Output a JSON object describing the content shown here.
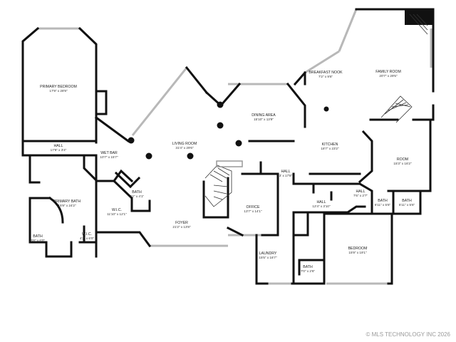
{
  "rooms": [
    {
      "name": "PRIMARY BEDROOM",
      "dim": "17'9\" x 28'9\""
    },
    {
      "name": "HALL",
      "dim": "17'9\" x 3'4\""
    },
    {
      "name": "WET BAR",
      "dim": "10'7\" x 15'7\""
    },
    {
      "name": "PRIMARY BATH",
      "dim": "15'9\" x 24'2\""
    },
    {
      "name": "BATH",
      "dim": "3'8\" x 6'0\""
    },
    {
      "name": "W.I.C.",
      "dim": "4'2\" x 6'0\""
    },
    {
      "name": "W.I.C.",
      "dim": "11'10\" x 12'1\""
    },
    {
      "name": "BATH",
      "dim": "2'2\" x 4'1\""
    },
    {
      "name": "LIVING ROOM",
      "dim": "31'4\" x 29'6\""
    },
    {
      "name": "FOYER",
      "dim": "21'2\" x 13'8\""
    },
    {
      "name": "DINING AREA",
      "dim": "15'10\" x 13'9\""
    },
    {
      "name": "OFFICE",
      "dim": "13'7\" x 14'1\""
    },
    {
      "name": "HALL",
      "dim": "3' x 17'8\""
    },
    {
      "name": "BREAKFAST NOOK",
      "dim": "7'2\" x 9'6\""
    },
    {
      "name": "FAMILY ROOM",
      "dim": "20'7\" x 29'5\""
    },
    {
      "name": "KITCHEN",
      "dim": "18'7\" x 23'2\""
    },
    {
      "name": "ROOM",
      "dim": "15'3\" x 16'2\""
    },
    {
      "name": "HALL",
      "dim": "12'4\" x 3'10\""
    },
    {
      "name": "HALL",
      "dim": "7'6\" x 2'7\""
    },
    {
      "name": "BATH",
      "dim": "6'11\" x 5'6\""
    },
    {
      "name": "BATH",
      "dim": "5'11\" x 5'6\""
    },
    {
      "name": "LAUNDRY",
      "dim": "15'5\" x 16'7\""
    },
    {
      "name": "BATH",
      "dim": "7'0\" x 2'6\""
    },
    {
      "name": "BEDROOM",
      "dim": "15'9\" x 19'1\""
    }
  ],
  "copyright": "© MLS TECHNOLOGY INC 2026"
}
